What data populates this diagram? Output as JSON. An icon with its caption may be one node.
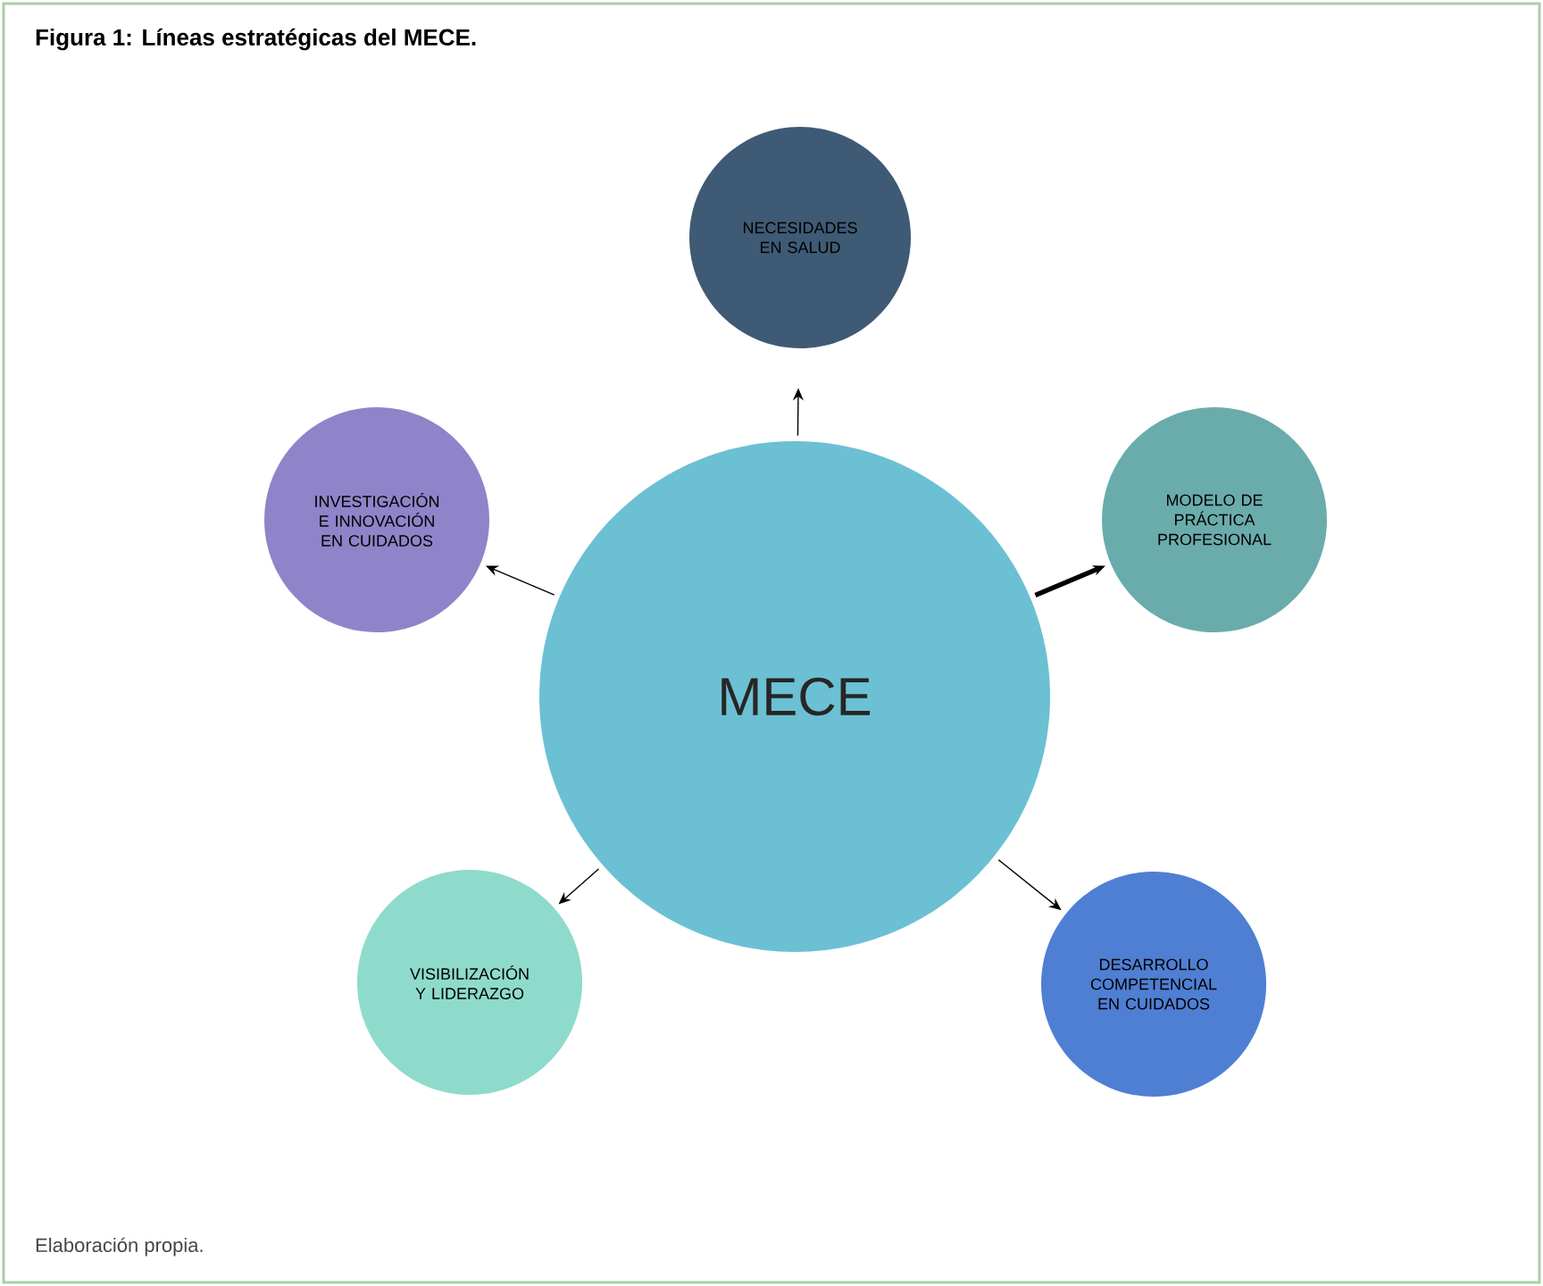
{
  "diagram": {
    "title": "Figura 1: Líneas estratégicas del MECE.",
    "caption": "Elaboración propia.",
    "nodes": [
      {
        "text": [
          "MECE"
        ]
      },
      {
        "text": [
          "NECESIDADES EN SALUD"
        ]
      },
      {
        "text": [
          "INVESTIGACIÓN E INNOVACIÓN EN CUIDADOS"
        ]
      },
      {
        "text": [
          "MODELO DE PRÁCTICA PROFESIONAL"
        ]
      },
      {
        "text": [
          "VISIBILIZACIÓN Y LIDERAZGO"
        ]
      },
      {
        "text": [
          "DESARROLLO COMPETENCIAL EN CUIDADOS"
        ]
      }
    ],
    "edges": [
      {
        "from": 0,
        "to": 1,
        "arrow": "to"
      },
      {
        "from": 0,
        "to": 2,
        "arrow": "to"
      },
      {
        "from": 0,
        "to": 3,
        "arrow": "to",
        "style": "thick"
      },
      {
        "from": 0,
        "to": 4,
        "arrow": "to"
      },
      {
        "from": 0,
        "to": 5,
        "arrow": "to"
      }
    ]
  }
}
